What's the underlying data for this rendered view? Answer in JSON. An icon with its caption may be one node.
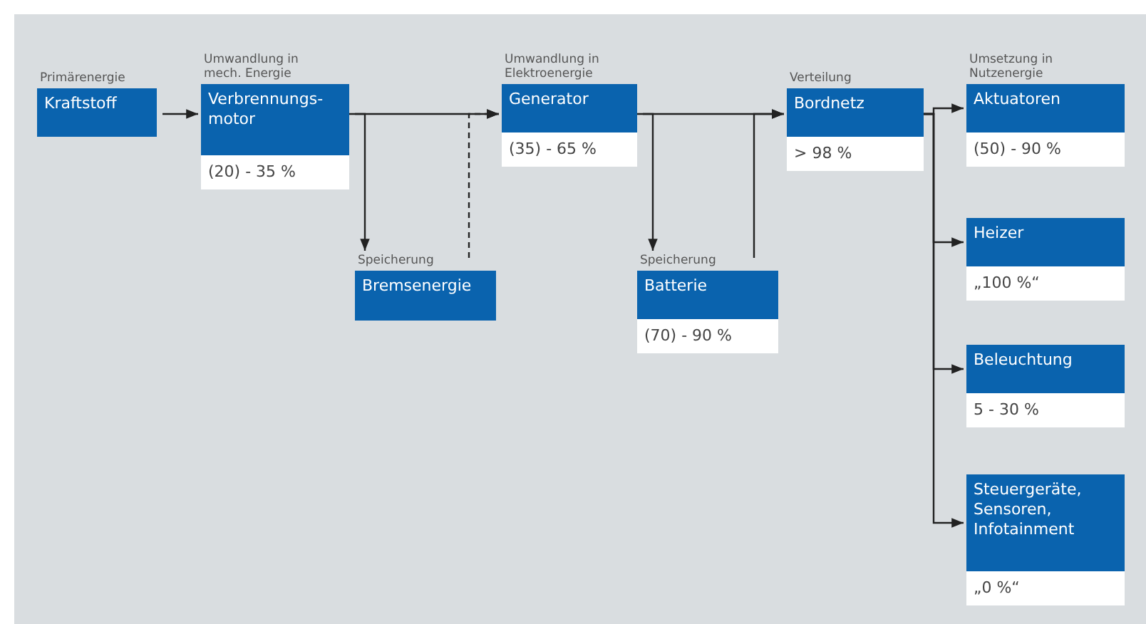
{
  "diagram": {
    "nodes": [
      {
        "text": [
          "Primärenergie",
          "Kraftstoff"
        ]
      },
      {
        "text": [
          "Umwandlung in mech. Energie",
          "Verbrennungs- motor",
          "(20) - 35 %"
        ]
      },
      {
        "text": [
          "Speicherung",
          "Bremsenergie"
        ]
      },
      {
        "text": [
          "Umwandlung in Elektroenergie",
          "Generator",
          "(35) - 65 %"
        ]
      },
      {
        "text": [
          "Speicherung",
          "Batterie",
          "(70) - 90 %"
        ]
      },
      {
        "text": [
          "Verteilung",
          "Bordnetz",
          "> 98 %"
        ]
      },
      {
        "text": [
          "Umsetzung in Nutzenergie",
          "Aktuatoren",
          "(50) - 90 %"
        ]
      },
      {
        "text": [
          "Heizer",
          "„100 %“"
        ]
      },
      {
        "text": [
          "Beleuchtung",
          "5 - 30 %"
        ]
      },
      {
        "text": [
          "Steuergeräte, Sensoren, Infotainment",
          "„0 %“"
        ]
      }
    ],
    "edges": [
      {
        "from": 0,
        "to": 1,
        "arrow": "to"
      },
      {
        "from": 1,
        "to": 3,
        "arrow": "to"
      },
      {
        "from": 1,
        "to": 2,
        "arrow": "to"
      },
      {
        "from": 2,
        "to": 3,
        "arrow": "to",
        "style": "dashed"
      },
      {
        "from": 3,
        "to": 5,
        "arrow": "to"
      },
      {
        "from": 3,
        "to": 4,
        "arrow": "to"
      },
      {
        "from": 4,
        "to": 5,
        "arrow": "to"
      },
      {
        "from": 5,
        "to": 6,
        "arrow": "to"
      },
      {
        "from": 5,
        "to": 7,
        "arrow": "to"
      },
      {
        "from": 5,
        "to": 8,
        "arrow": "to"
      },
      {
        "from": 5,
        "to": 9,
        "arrow": "to"
      }
    ]
  }
}
